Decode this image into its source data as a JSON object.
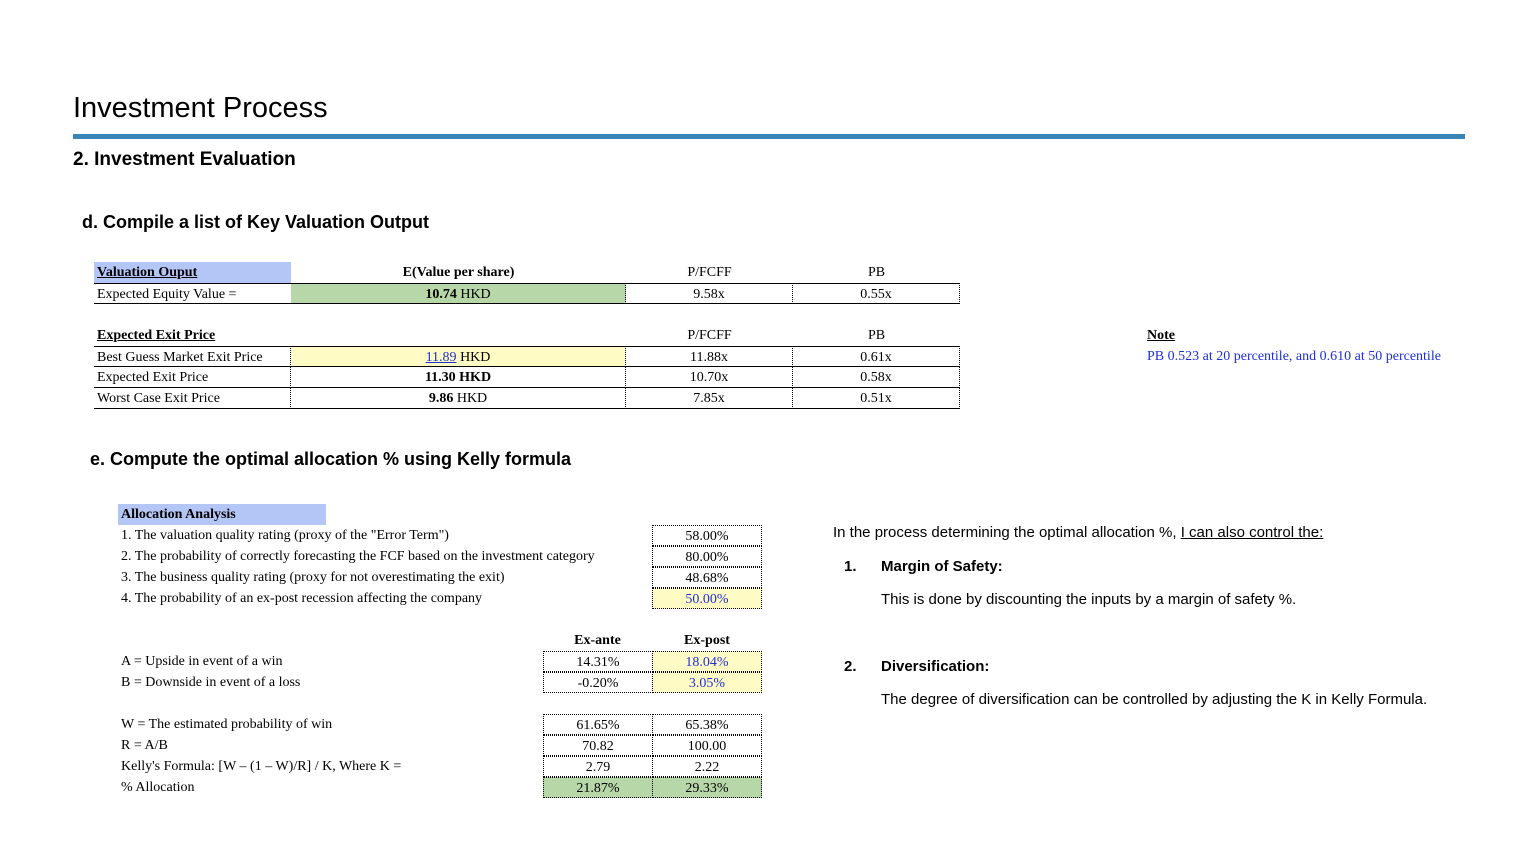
{
  "page": {
    "title": "Investment Process",
    "section": "2. Investment Evaluation",
    "sub_d": "d. Compile a list of Key Valuation Output",
    "sub_e": "e. Compute the optimal allocation % using Kelly formula"
  },
  "valuation": {
    "header": "Valuation Ouput",
    "col_value": "E(Value per share)",
    "col_pfcff": "P/FCFF",
    "col_pb": "PB",
    "row_label": "Expected Equity Value =",
    "value_num": "10.74",
    "value_unit": "HKD",
    "pfcff": "9.58x",
    "pb": "0.55x"
  },
  "exit": {
    "header": "Expected Exit Price",
    "col_pfcff": "P/FCFF",
    "col_pb": "PB",
    "rows": [
      {
        "label": "Best Guess Market Exit Price",
        "num": "11.89",
        "unit": "HKD",
        "pfcff": "11.88x",
        "pb": "0.61x"
      },
      {
        "label": "Expected Exit Price",
        "num": "11.30",
        "unit": "HKD",
        "pfcff": "10.70x",
        "pb": "0.58x"
      },
      {
        "label": "Worst Case Exit Price",
        "num": "9.86",
        "unit": "HKD",
        "pfcff": "7.85x",
        "pb": "0.51x"
      }
    ]
  },
  "note": {
    "title": "Note",
    "text": "PB 0.523 at 20 percentile, and 0.610 at 50 percentile"
  },
  "allocation": {
    "header": "Allocation Analysis",
    "inputs": [
      {
        "label": "1. The valuation quality rating (proxy of the \"Error Term\")",
        "value": "58.00%"
      },
      {
        "label": "2. The probability of correctly forecasting the FCF based on the investment category",
        "value": "80.00%"
      },
      {
        "label": "3. The business quality rating (proxy for not overestimating the exit)",
        "value": "48.68%"
      },
      {
        "label": "4. The probability of an ex-post recession affecting the company",
        "value": "50.00%"
      }
    ],
    "col_ante": "Ex-ante",
    "col_post": "Ex-post",
    "ab_rows": [
      {
        "label": "A = Upside in event of a win",
        "ante": "14.31%",
        "post": "18.04%"
      },
      {
        "label": "B = Downside in event of a loss",
        "ante": "-0.20%",
        "post": "3.05%"
      }
    ],
    "kelly_rows": [
      {
        "label": "W = The estimated probability of win",
        "ante": "61.65%",
        "post": "65.38%"
      },
      {
        "label": "R = A/B",
        "ante": "70.82",
        "post": "100.00"
      },
      {
        "label": "Kelly's Formula: [W – (1 – W)/R] / K, Where K =",
        "ante": "2.79",
        "post": "2.22"
      },
      {
        "label": "% Allocation",
        "ante": "21.87%",
        "post": "29.33%"
      }
    ]
  },
  "right": {
    "intro_a": "In the process determining the optimal allocation %, ",
    "intro_b": "I can also control the:",
    "item1_num": "1.",
    "item1_head": "Margin of Safety:",
    "item1_text": "This is done by discounting the inputs by a margin of safety %.",
    "item2_num": "2.",
    "item2_head": "Diversification:",
    "item2_text": "The degree of diversification can be controlled by adjusting the K in Kelly Formula."
  }
}
